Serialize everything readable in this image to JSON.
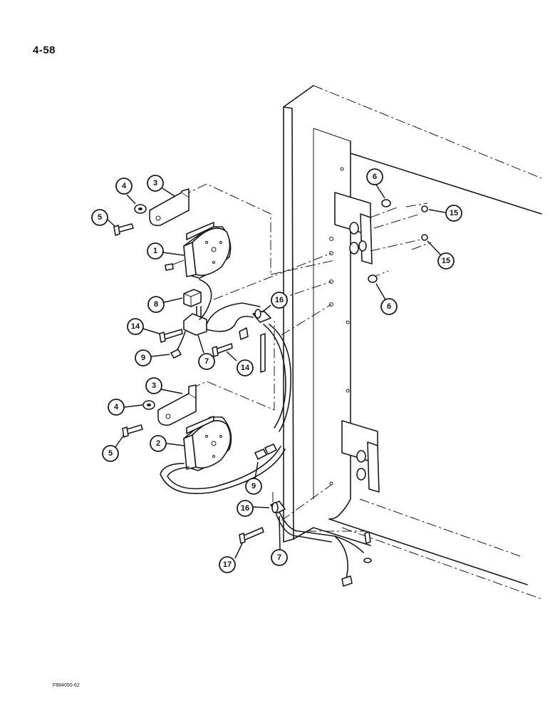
{
  "page": {
    "number": "4-58",
    "figure_id": "F884050-62"
  },
  "callouts": {
    "c1": "1",
    "c2": "2",
    "c3a": "3",
    "c3b": "3",
    "c4a": "4",
    "c4b": "4",
    "c5a": "5",
    "c5b": "5",
    "c6a": "6",
    "c6b": "6",
    "c7a": "7",
    "c7b": "7",
    "c8": "8",
    "c9a": "9",
    "c9b": "9",
    "c14a": "14",
    "c14b": "14",
    "c15a": "15",
    "c15b": "15",
    "c16a": "16",
    "c16b": "16",
    "c17": "17"
  }
}
